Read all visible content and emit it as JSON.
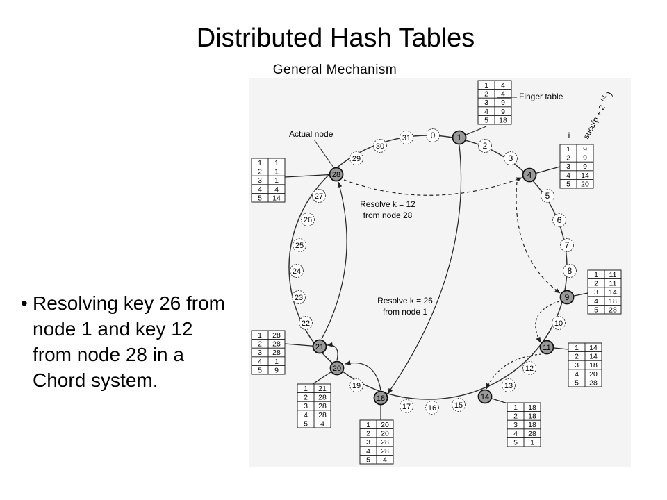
{
  "slide": {
    "title": "Distributed Hash Tables",
    "subtitle": "General Mechanism",
    "bullet": "Resolving key 26 from node 1 and key 12 from node 28 in a Chord system."
  },
  "figure": {
    "finger_table_label": "Finger table",
    "actual_node_label": "Actual node",
    "column_i_label": "i",
    "column_succ_label": "succ(p + 2",
    "column_succ_exp": "i-1",
    "column_succ_close": ")",
    "resolve_12": [
      "Resolve k = 12",
      "from node 28"
    ],
    "resolve_26": [
      "Resolve k = 26",
      "from node 1"
    ],
    "ring": [
      {
        "id": "0",
        "active": false
      },
      {
        "id": "1",
        "active": true
      },
      {
        "id": "2",
        "active": false
      },
      {
        "id": "3",
        "active": false
      },
      {
        "id": "4",
        "active": true
      },
      {
        "id": "5",
        "active": false
      },
      {
        "id": "6",
        "active": false
      },
      {
        "id": "7",
        "active": false
      },
      {
        "id": "8",
        "active": false
      },
      {
        "id": "9",
        "active": true
      },
      {
        "id": "10",
        "active": false
      },
      {
        "id": "11",
        "active": true
      },
      {
        "id": "12",
        "active": false
      },
      {
        "id": "13",
        "active": false
      },
      {
        "id": "14",
        "active": true
      },
      {
        "id": "15",
        "active": false
      },
      {
        "id": "16",
        "active": false
      },
      {
        "id": "17",
        "active": false
      },
      {
        "id": "18",
        "active": true
      },
      {
        "id": "19",
        "active": false
      },
      {
        "id": "20",
        "active": true
      },
      {
        "id": "21",
        "active": true
      },
      {
        "id": "22",
        "active": false
      },
      {
        "id": "23",
        "active": false
      },
      {
        "id": "24",
        "active": false
      },
      {
        "id": "25",
        "active": false
      },
      {
        "id": "26",
        "active": false
      },
      {
        "id": "27",
        "active": false
      },
      {
        "id": "28",
        "active": true
      },
      {
        "id": "29",
        "active": false
      },
      {
        "id": "30",
        "active": false
      },
      {
        "id": "31",
        "active": false
      }
    ],
    "finger_tables": [
      {
        "node": "1",
        "rows": [
          [
            "1",
            "4"
          ],
          [
            "2",
            "4"
          ],
          [
            "3",
            "9"
          ],
          [
            "4",
            "9"
          ],
          [
            "5",
            "18"
          ]
        ]
      },
      {
        "node": "4",
        "rows": [
          [
            "1",
            "9"
          ],
          [
            "2",
            "9"
          ],
          [
            "3",
            "9"
          ],
          [
            "4",
            "14"
          ],
          [
            "5",
            "20"
          ]
        ]
      },
      {
        "node": "9",
        "rows": [
          [
            "1",
            "11"
          ],
          [
            "2",
            "11"
          ],
          [
            "3",
            "14"
          ],
          [
            "4",
            "18"
          ],
          [
            "5",
            "28"
          ]
        ]
      },
      {
        "node": "11",
        "rows": [
          [
            "1",
            "14"
          ],
          [
            "2",
            "14"
          ],
          [
            "3",
            "18"
          ],
          [
            "4",
            "20"
          ],
          [
            "5",
            "28"
          ]
        ]
      },
      {
        "node": "14",
        "rows": [
          [
            "1",
            "18"
          ],
          [
            "2",
            "18"
          ],
          [
            "3",
            "18"
          ],
          [
            "4",
            "28"
          ],
          [
            "5",
            "1"
          ]
        ]
      },
      {
        "node": "18",
        "rows": [
          [
            "1",
            "20"
          ],
          [
            "2",
            "20"
          ],
          [
            "3",
            "28"
          ],
          [
            "4",
            "28"
          ],
          [
            "5",
            "4"
          ]
        ]
      },
      {
        "node": "20",
        "rows": [
          [
            "1",
            "21"
          ],
          [
            "2",
            "28"
          ],
          [
            "3",
            "28"
          ],
          [
            "4",
            "28"
          ],
          [
            "5",
            "4"
          ]
        ]
      },
      {
        "node": "21",
        "rows": [
          [
            "1",
            "28"
          ],
          [
            "2",
            "28"
          ],
          [
            "3",
            "28"
          ],
          [
            "4",
            "1"
          ],
          [
            "5",
            "9"
          ]
        ]
      },
      {
        "node": "28",
        "rows": [
          [
            "1",
            "1"
          ],
          [
            "2",
            "1"
          ],
          [
            "3",
            "1"
          ],
          [
            "4",
            "4"
          ],
          [
            "5",
            "14"
          ]
        ]
      }
    ]
  }
}
